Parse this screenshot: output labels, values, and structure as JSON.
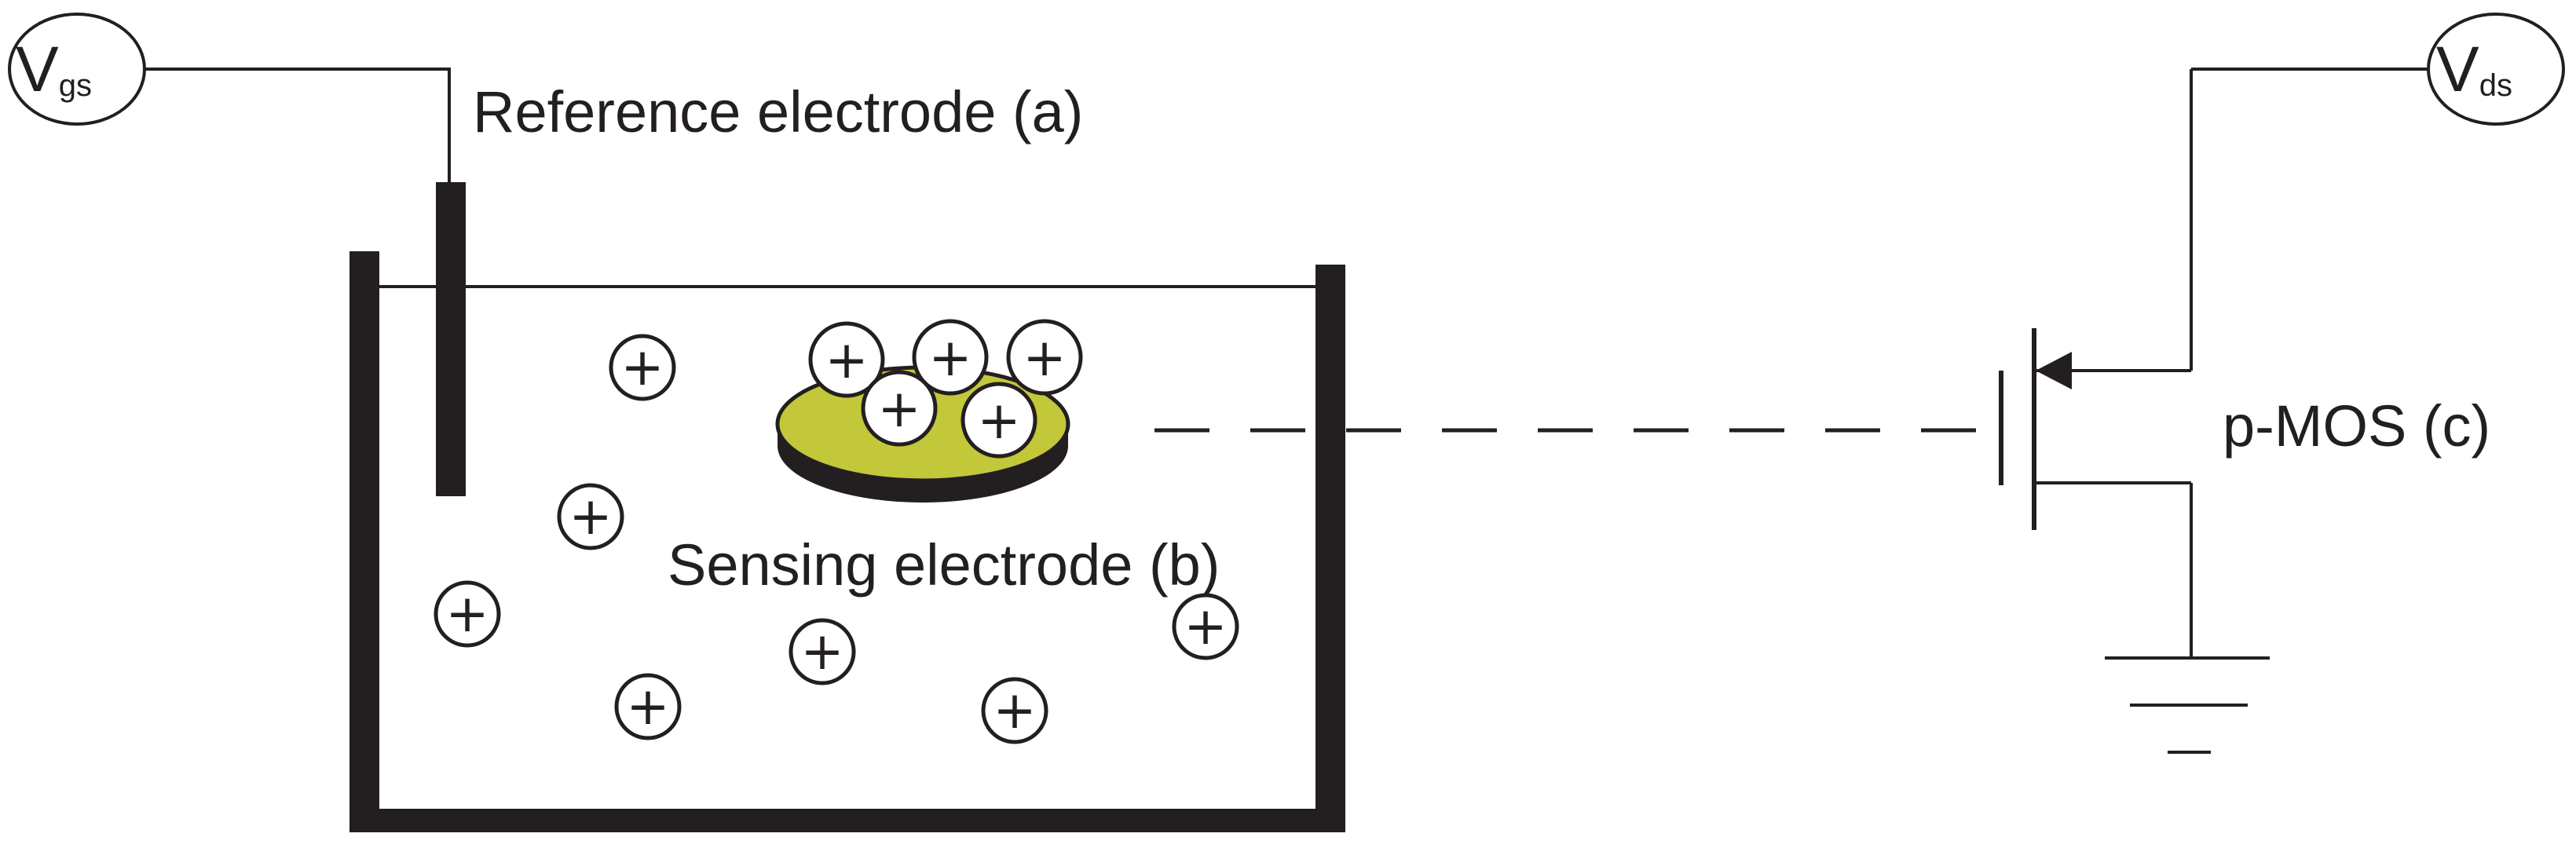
{
  "labels": {
    "reference_electrode": "Reference electrode (a)",
    "sensing_electrode": "Sensing electrode (b)",
    "pmos": "p-MOS (c)"
  },
  "sources": {
    "gate": {
      "main": "V",
      "sub": "gs"
    },
    "drain": {
      "main": "V",
      "sub": "ds"
    }
  },
  "ion_symbol": "+",
  "colors": {
    "line": "#231f20",
    "electrode_fill": "#c3c73a",
    "background": "#ffffff"
  }
}
